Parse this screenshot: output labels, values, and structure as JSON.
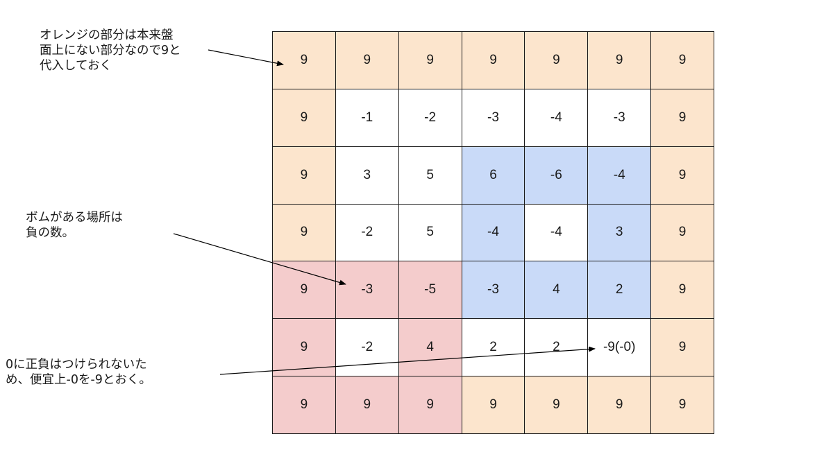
{
  "colors": {
    "orange": "#fce5cd",
    "white": "#ffffff",
    "blue": "#c9daf8",
    "red": "#f4cccc"
  },
  "grid": {
    "rows": [
      [
        {
          "v": "9",
          "c": "orange"
        },
        {
          "v": "9",
          "c": "orange"
        },
        {
          "v": "9",
          "c": "orange"
        },
        {
          "v": "9",
          "c": "orange"
        },
        {
          "v": "9",
          "c": "orange"
        },
        {
          "v": "9",
          "c": "orange"
        },
        {
          "v": "9",
          "c": "orange"
        }
      ],
      [
        {
          "v": "9",
          "c": "orange"
        },
        {
          "v": "-1",
          "c": "white"
        },
        {
          "v": "-2",
          "c": "white"
        },
        {
          "v": "-3",
          "c": "white"
        },
        {
          "v": "-4",
          "c": "white"
        },
        {
          "v": "-3",
          "c": "white"
        },
        {
          "v": "9",
          "c": "orange"
        }
      ],
      [
        {
          "v": "9",
          "c": "orange"
        },
        {
          "v": "3",
          "c": "white"
        },
        {
          "v": "5",
          "c": "white"
        },
        {
          "v": "6",
          "c": "blue"
        },
        {
          "v": "-6",
          "c": "blue"
        },
        {
          "v": "-4",
          "c": "blue"
        },
        {
          "v": "9",
          "c": "orange"
        }
      ],
      [
        {
          "v": "9",
          "c": "orange"
        },
        {
          "v": "-2",
          "c": "white"
        },
        {
          "v": "5",
          "c": "white"
        },
        {
          "v": "-4",
          "c": "blue"
        },
        {
          "v": "-4",
          "c": "white"
        },
        {
          "v": "3",
          "c": "blue"
        },
        {
          "v": "9",
          "c": "orange"
        }
      ],
      [
        {
          "v": "9",
          "c": "red"
        },
        {
          "v": "-3",
          "c": "red"
        },
        {
          "v": "-5",
          "c": "red"
        },
        {
          "v": "-3",
          "c": "blue"
        },
        {
          "v": "4",
          "c": "blue"
        },
        {
          "v": "2",
          "c": "blue"
        },
        {
          "v": "9",
          "c": "orange"
        }
      ],
      [
        {
          "v": "9",
          "c": "red"
        },
        {
          "v": "-2",
          "c": "white"
        },
        {
          "v": "4",
          "c": "red"
        },
        {
          "v": "2",
          "c": "white"
        },
        {
          "v": "2",
          "c": "white"
        },
        {
          "v": "-9(-0)",
          "c": "white"
        },
        {
          "v": "9",
          "c": "orange"
        }
      ],
      [
        {
          "v": "9",
          "c": "red"
        },
        {
          "v": "9",
          "c": "red"
        },
        {
          "v": "9",
          "c": "red"
        },
        {
          "v": "9",
          "c": "orange"
        },
        {
          "v": "9",
          "c": "orange"
        },
        {
          "v": "9",
          "c": "orange"
        },
        {
          "v": "9",
          "c": "orange"
        }
      ]
    ]
  },
  "annotations": {
    "orange_note": [
      "オレンジの部分は本来盤",
      "面上にない部分なので9と",
      "代入しておく"
    ],
    "bomb_note": [
      "ボムがある場所は",
      "負の数。"
    ],
    "zero_note": [
      "0に正負はつけられないた",
      "め、便宜上-0を-9とおく。"
    ]
  }
}
